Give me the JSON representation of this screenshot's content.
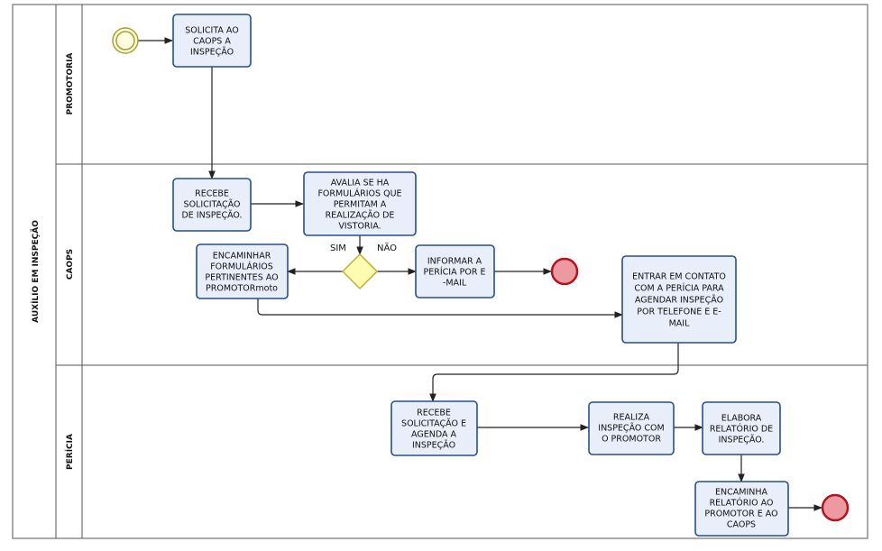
{
  "pool": {
    "title": "AUXÍLIO EM INSPEÇÃO"
  },
  "lanes": [
    {
      "id": "promotoria",
      "label": "PROMOTORIA"
    },
    {
      "id": "caops",
      "label": "CAOPS"
    },
    {
      "id": "pericia",
      "label": "PERÍCIA"
    }
  ],
  "tasks": {
    "solicita": [
      "SOLICITA AO",
      "CAOPS A",
      "INSPEÇÃO"
    ],
    "recebe_solicitacao": [
      "RECEBE",
      "SOLICITAÇÃO",
      "DE INSPEÇÃO."
    ],
    "avalia": [
      "AVALIA SE HA",
      "FORMULÁRIOS QUE",
      "PERMITAM A",
      "REALIZAÇÃO DE",
      "VISTORIA."
    ],
    "encaminhar": [
      "ENCAMINHAR",
      "FORMULÁRIOS",
      "PERTINENTES AO",
      "PROMOTORmoto"
    ],
    "informar": [
      "INFORMAR A",
      "PERÍCIA POR E",
      "-MAIL"
    ],
    "entrar_contato": [
      "ENTRAR EM CONTATO",
      "COM A PERÍCIA PARA",
      "AGENDAR INSPEÇÃO",
      "POR TELEFONE E E-",
      "MAIL"
    ],
    "recebe_agenda": [
      "RECEBE",
      "SOLICITAÇÃO E",
      "AGENDA A",
      "INSPEÇÃO"
    ],
    "realiza": [
      "REALIZA",
      "INSPEÇÃO COM",
      "O PROMOTOR"
    ],
    "elabora": [
      "ELABORA",
      "RELATÓRIO DE",
      "INSPEÇÃO."
    ],
    "encaminha_relatorio": [
      "ENCAMINHA",
      "RELATÓRIO AO",
      "PROMOTOR E AO",
      "CAOPS"
    ]
  },
  "gateway": {
    "yes_label": "SIM",
    "no_label": "NÃO"
  },
  "colors": {
    "task_fill": "#e8eefa",
    "task_stroke": "#274f8a",
    "start_fill": "#fffde0",
    "start_stroke": "#a6a030",
    "end_fill": "#ec9aa0",
    "end_stroke": "#b01420",
    "gateway_fill": "#fffbb0",
    "gateway_stroke": "#b8b030"
  }
}
